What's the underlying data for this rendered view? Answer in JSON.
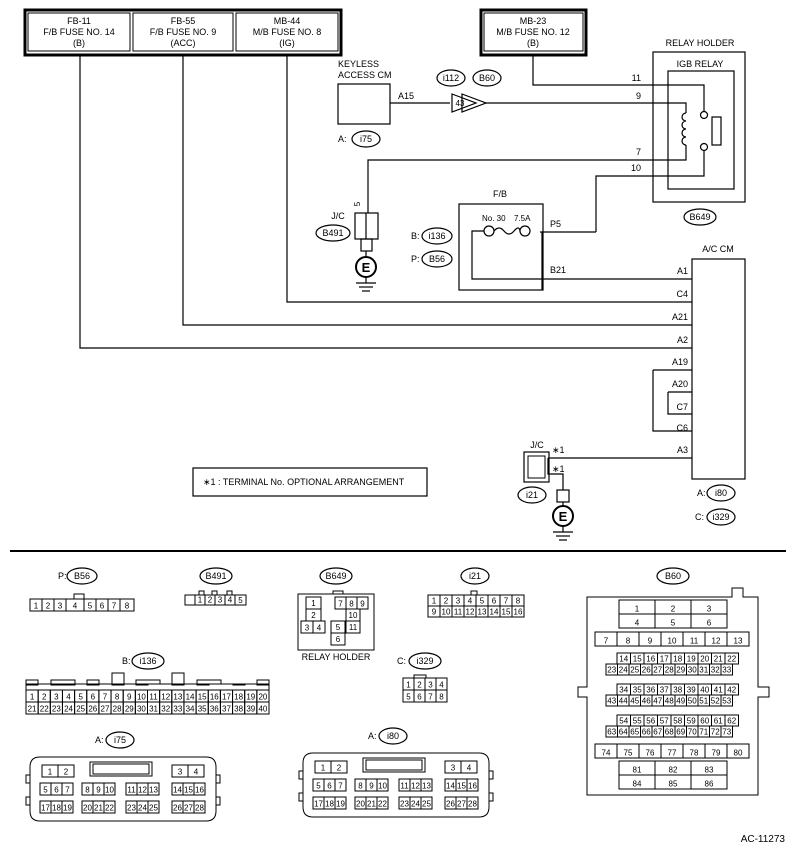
{
  "fuses": {
    "fb11": {
      "l1": "FB-11",
      "l2": "F/B FUSE NO. 14",
      "l3": "(B)"
    },
    "fb55": {
      "l1": "FB-55",
      "l2": "F/B FUSE NO. 9",
      "l3": "(ACC)"
    },
    "mb44": {
      "l1": "MB-44",
      "l2": "M/B FUSE NO. 8",
      "l3": "(IG)"
    },
    "mb23": {
      "l1": "MB-23",
      "l2": "M/B FUSE NO. 12",
      "l3": "(B)"
    }
  },
  "relay": {
    "holder": "RELAY HOLDER",
    "name": "IGB RELAY",
    "pins": [
      "11",
      "9",
      "7",
      "10"
    ],
    "connector": "B649"
  },
  "keyless": {
    "l1": "KEYLESS",
    "l2": "ACCESS CM",
    "pin": "A15",
    "conn_prefix": "A:",
    "conn": "i75"
  },
  "inline": {
    "c1": "i112",
    "c2": "B60",
    "pin": "43"
  },
  "jc1": {
    "label": "J/C",
    "pin": "5",
    "conn": "B491",
    "ground": "E"
  },
  "fb": {
    "label": "F/B",
    "fuse_no": "No. 30",
    "fuse_amp": "7.5A",
    "pin_p": "P5",
    "pin_b": "B21",
    "conn_b_prefix": "B:",
    "conn_b": "i136",
    "conn_p_prefix": "P:",
    "conn_p": "B56"
  },
  "accm": {
    "label": "A/C CM",
    "pins": [
      "A1",
      "C4",
      "A21",
      "A2",
      "A19",
      "A20",
      "C7",
      "C6",
      "A3"
    ],
    "conn_a_prefix": "A:",
    "conn_a": "i80",
    "conn_c_prefix": "C:",
    "conn_c": "i329"
  },
  "jc2": {
    "label": "J/C",
    "star1": "∗1",
    "star2": "∗1",
    "conn": "i21",
    "ground": "E"
  },
  "note": "∗1  : TERMINAL No. OPTIONAL ARRANGEMENT",
  "connectors": {
    "b56": {
      "prefix": "P:",
      "name": "B56",
      "pins": [
        "1",
        "2",
        "3",
        "4",
        "5",
        "6",
        "7",
        "8"
      ]
    },
    "b491": {
      "name": "B491",
      "pins": [
        "1",
        "2",
        "3",
        "4",
        "5"
      ]
    },
    "b649": {
      "name": "B649",
      "pins": [
        "1",
        "7",
        "8",
        "9",
        "2",
        "10",
        "3",
        "4",
        "5",
        "11",
        "6"
      ],
      "caption": "RELAY HOLDER"
    },
    "i21": {
      "name": "i21",
      "row1": [
        "1",
        "2",
        "3",
        "4",
        "5",
        "6",
        "7",
        "8"
      ],
      "row2": [
        "9",
        "10",
        "11",
        "12",
        "13",
        "14",
        "15",
        "16"
      ]
    },
    "b60": {
      "name": "B60",
      "r1": [
        "1",
        "2",
        "3"
      ],
      "r2": [
        "4",
        "5",
        "6"
      ],
      "r3": [
        "7",
        "8",
        "9",
        "10",
        "11",
        "12",
        "13"
      ],
      "r4": [
        "14",
        "15",
        "16",
        "17",
        "18",
        "19",
        "20",
        "21",
        "22"
      ],
      "r5": [
        "23",
        "24",
        "25",
        "26",
        "27",
        "28",
        "29",
        "30",
        "31",
        "32",
        "33"
      ],
      "r6": [
        "34",
        "35",
        "36",
        "37",
        "38",
        "39",
        "40",
        "41",
        "42"
      ],
      "r7": [
        "43",
        "44",
        "45",
        "46",
        "47",
        "48",
        "49",
        "50",
        "51",
        "52",
        "53"
      ],
      "r8": [
        "54",
        "55",
        "56",
        "57",
        "58",
        "59",
        "60",
        "61",
        "62"
      ],
      "r9": [
        "63",
        "64",
        "65",
        "66",
        "67",
        "68",
        "69",
        "70",
        "71",
        "72",
        "73"
      ],
      "r10": [
        "74",
        "75",
        "76",
        "77",
        "78",
        "79",
        "80"
      ],
      "r11": [
        "81",
        "82",
        "83"
      ],
      "r12": [
        "84",
        "85",
        "86"
      ]
    },
    "i136": {
      "prefix": "B:",
      "name": "i136",
      "row1": [
        "1",
        "2",
        "3",
        "4",
        "5",
        "6",
        "7",
        "8",
        "9",
        "10",
        "11",
        "12",
        "13",
        "14",
        "15",
        "16",
        "17",
        "18",
        "19",
        "20"
      ],
      "row2": [
        "21",
        "22",
        "23",
        "24",
        "25",
        "26",
        "27",
        "28",
        "29",
        "30",
        "31",
        "32",
        "33",
        "34",
        "35",
        "36",
        "37",
        "38",
        "39",
        "40"
      ]
    },
    "i329": {
      "prefix": "C:",
      "name": "i329",
      "row1": [
        "1",
        "2",
        "3",
        "4"
      ],
      "row2": [
        "5",
        "6",
        "7",
        "8"
      ]
    },
    "i75": {
      "prefix": "A:",
      "name": "i75",
      "r1a": [
        "1",
        "2"
      ],
      "r1b": [
        "3",
        "4"
      ],
      "r2": [
        [
          "5",
          "6",
          "7"
        ],
        [
          "8",
          "9",
          "10"
        ],
        [
          "11",
          "12",
          "13"
        ],
        [
          "14",
          "15",
          "16"
        ]
      ],
      "r3": [
        [
          "17",
          "18",
          "19"
        ],
        [
          "20",
          "21",
          "22"
        ],
        [
          "23",
          "24",
          "25"
        ],
        [
          "26",
          "27",
          "28"
        ]
      ]
    },
    "i80": {
      "prefix": "A:",
      "name": "i80",
      "r1a": [
        "1",
        "2"
      ],
      "r1b": [
        "3",
        "4"
      ],
      "r2": [
        [
          "5",
          "6",
          "7"
        ],
        [
          "8",
          "9",
          "10"
        ],
        [
          "11",
          "12",
          "13"
        ],
        [
          "14",
          "15",
          "16"
        ]
      ],
      "r3": [
        [
          "17",
          "18",
          "19"
        ],
        [
          "20",
          "21",
          "22"
        ],
        [
          "23",
          "24",
          "25"
        ],
        [
          "26",
          "27",
          "28"
        ]
      ]
    }
  },
  "doc_id": "AC-11273"
}
